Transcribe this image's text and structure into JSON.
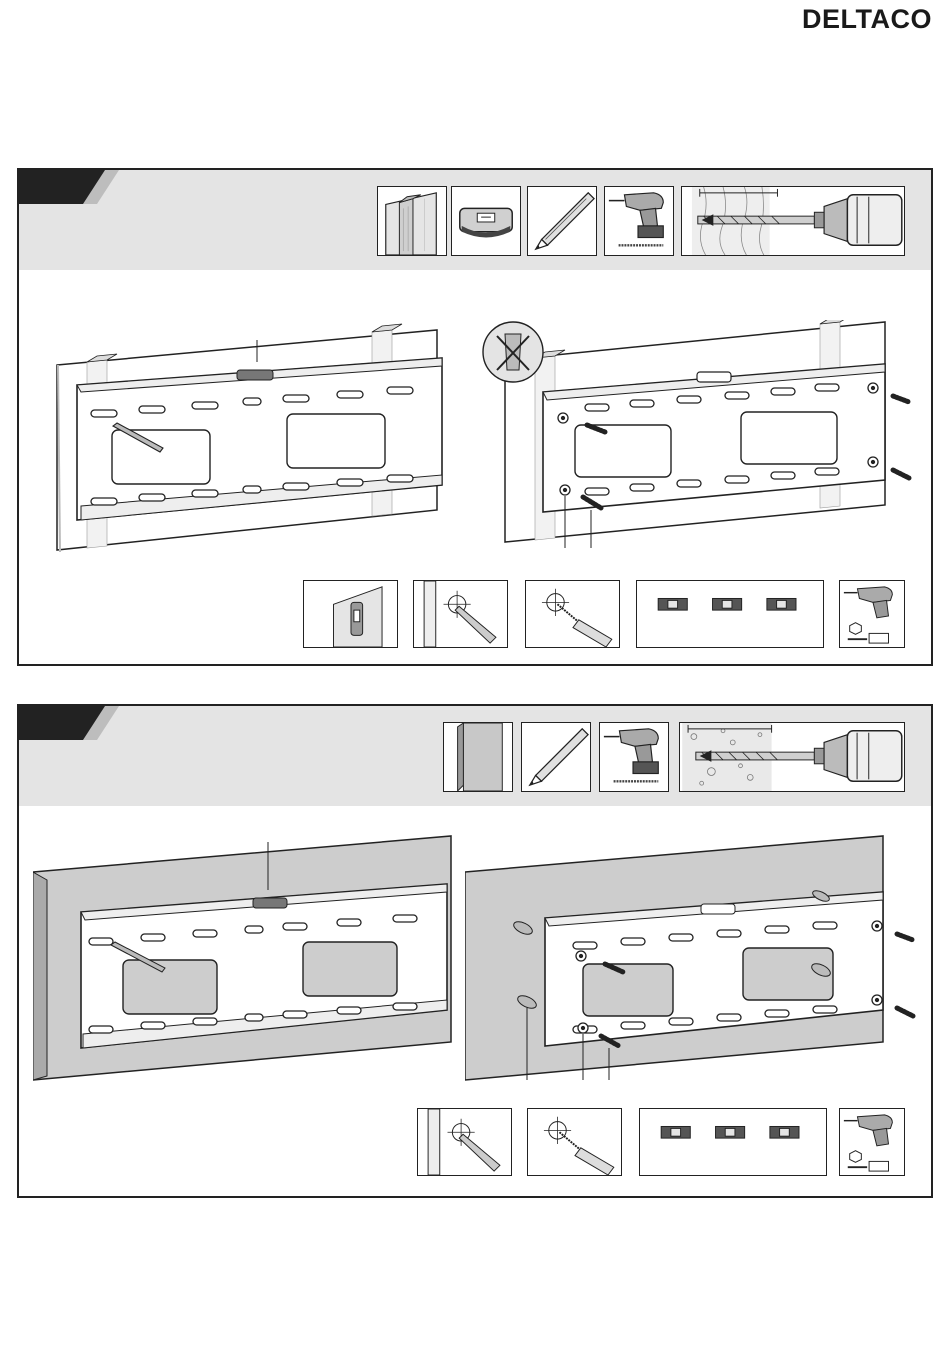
{
  "brand": {
    "name": "DELTACO"
  },
  "colors": {
    "ink": "#222222",
    "panel_band": "#e4e4e4",
    "step_tab": "#222222",
    "step_tab_shadow": "#bdbdbd",
    "plaster": "#cfcfcf",
    "stud": "#e9e9e9",
    "concrete": "#bdbdbd"
  },
  "panels": [
    {
      "id": "wood-stud-wall",
      "tools": [
        "wood-stud-wall-icon",
        "stud-finder-icon",
        "pencil-icon",
        "cordless-drill-icon",
        "drill-into-stud-icon"
      ],
      "checks": [
        "stud-finder-on-wall-icon",
        "mark-hole-pencil-icon",
        "pilot-hole-icon",
        "level-check-icon",
        "drill-driver-screws-icon"
      ],
      "anchors_shown": false
    },
    {
      "id": "concrete-wall",
      "tools": [
        "concrete-wall-icon",
        "pencil-icon",
        "hammer-drill-icon",
        "drill-into-concrete-icon"
      ],
      "checks": [
        "mark-hole-pencil-icon",
        "pilot-hole-icon",
        "level-check-icon",
        "drill-driver-screws-icon"
      ],
      "anchors_shown": true
    }
  ]
}
